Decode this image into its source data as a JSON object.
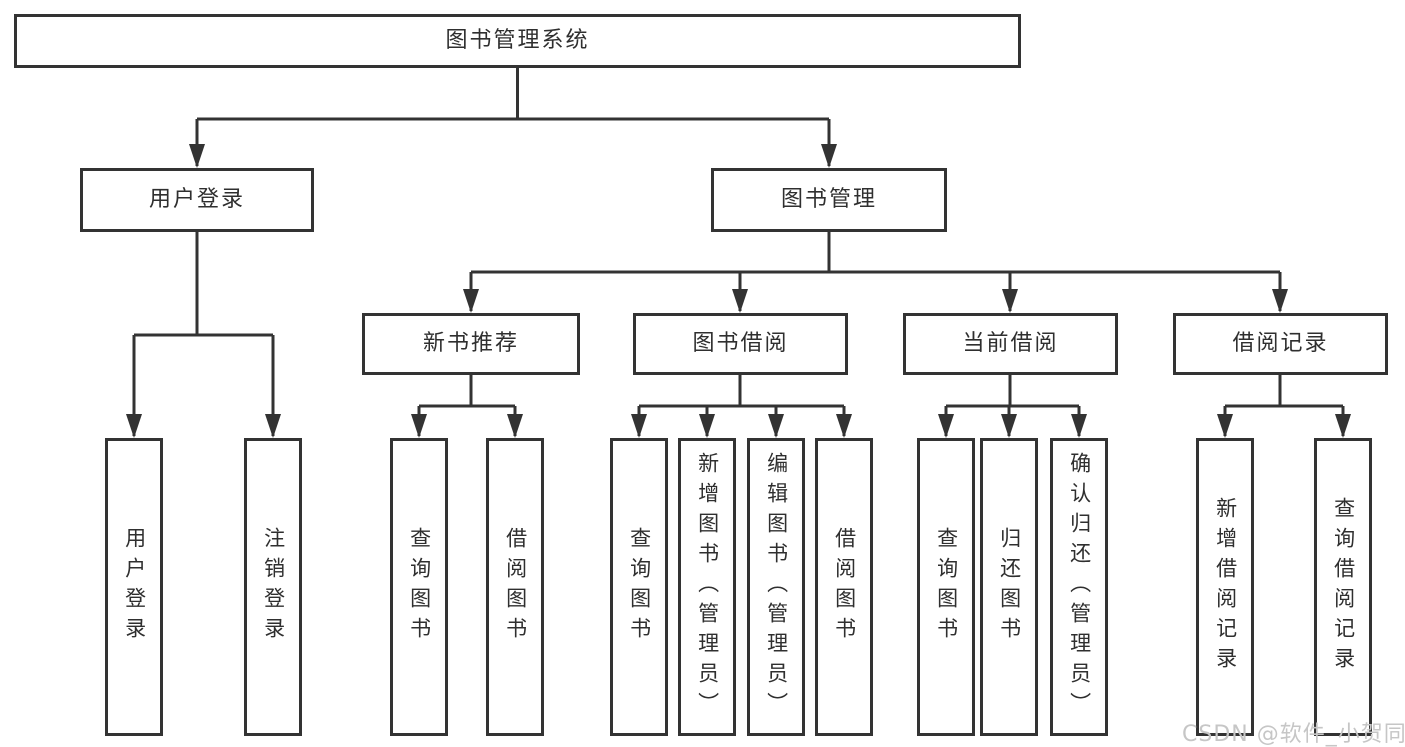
{
  "colors": {
    "line": "#333333",
    "box_background": "#ffffff",
    "text": "#2f2f2f",
    "watermark": "#c6c6c6"
  },
  "watermark": "CSDN @软件_小贺同学",
  "tree": {
    "label": "图书管理系统",
    "children": [
      {
        "label": "用户登录",
        "children": [
          {
            "label": "用户登录"
          },
          {
            "label": "注销登录"
          }
        ]
      },
      {
        "label": "图书管理",
        "children": [
          {
            "label": "新书推荐",
            "children": [
              {
                "label": "查询图书"
              },
              {
                "label": "借阅图书"
              }
            ]
          },
          {
            "label": "图书借阅",
            "children": [
              {
                "label": "查询图书"
              },
              {
                "label": "新增图书（管理员）"
              },
              {
                "label": "编辑图书（管理员）"
              },
              {
                "label": "借阅图书"
              }
            ]
          },
          {
            "label": "当前借阅",
            "children": [
              {
                "label": "查询图书"
              },
              {
                "label": "归还图书"
              },
              {
                "label": "确认归还（管理员）"
              }
            ]
          },
          {
            "label": "借阅记录",
            "children": [
              {
                "label": "新增借阅记录"
              },
              {
                "label": "查询借阅记录"
              }
            ]
          }
        ]
      }
    ]
  }
}
